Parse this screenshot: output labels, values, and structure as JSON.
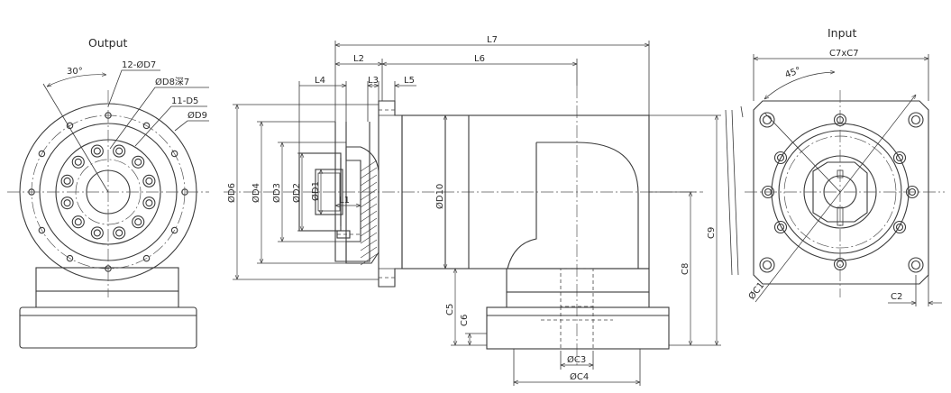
{
  "views": {
    "output_title": "Output",
    "input_title": "Input"
  },
  "output_view": {
    "angle": "30°",
    "holes_a": "12-ØD7",
    "counterbore": "ØD8深7",
    "threads": "11-D5",
    "bolt_circle": "ØD9"
  },
  "side_view": {
    "L7": "L7",
    "L2": "L2",
    "L6": "L6",
    "L4": "L4",
    "L3": "L3",
    "L5": "L5",
    "L1": "L1",
    "D6": "ØD6",
    "D4": "ØD4",
    "D3": "ØD3",
    "D2": "ØD2",
    "D1": "ØD1",
    "D10": "ØD10",
    "C5": "C5",
    "C6": "C6",
    "C3": "ØC3",
    "C4": "ØC4",
    "C8": "C8",
    "C9": "C9"
  },
  "input_view": {
    "flange": "C7xC7",
    "angle": "45°",
    "C1": "ØC1",
    "C2": "C2"
  },
  "colors": {
    "line": "#3a3a3a",
    "background": "#ffffff"
  }
}
